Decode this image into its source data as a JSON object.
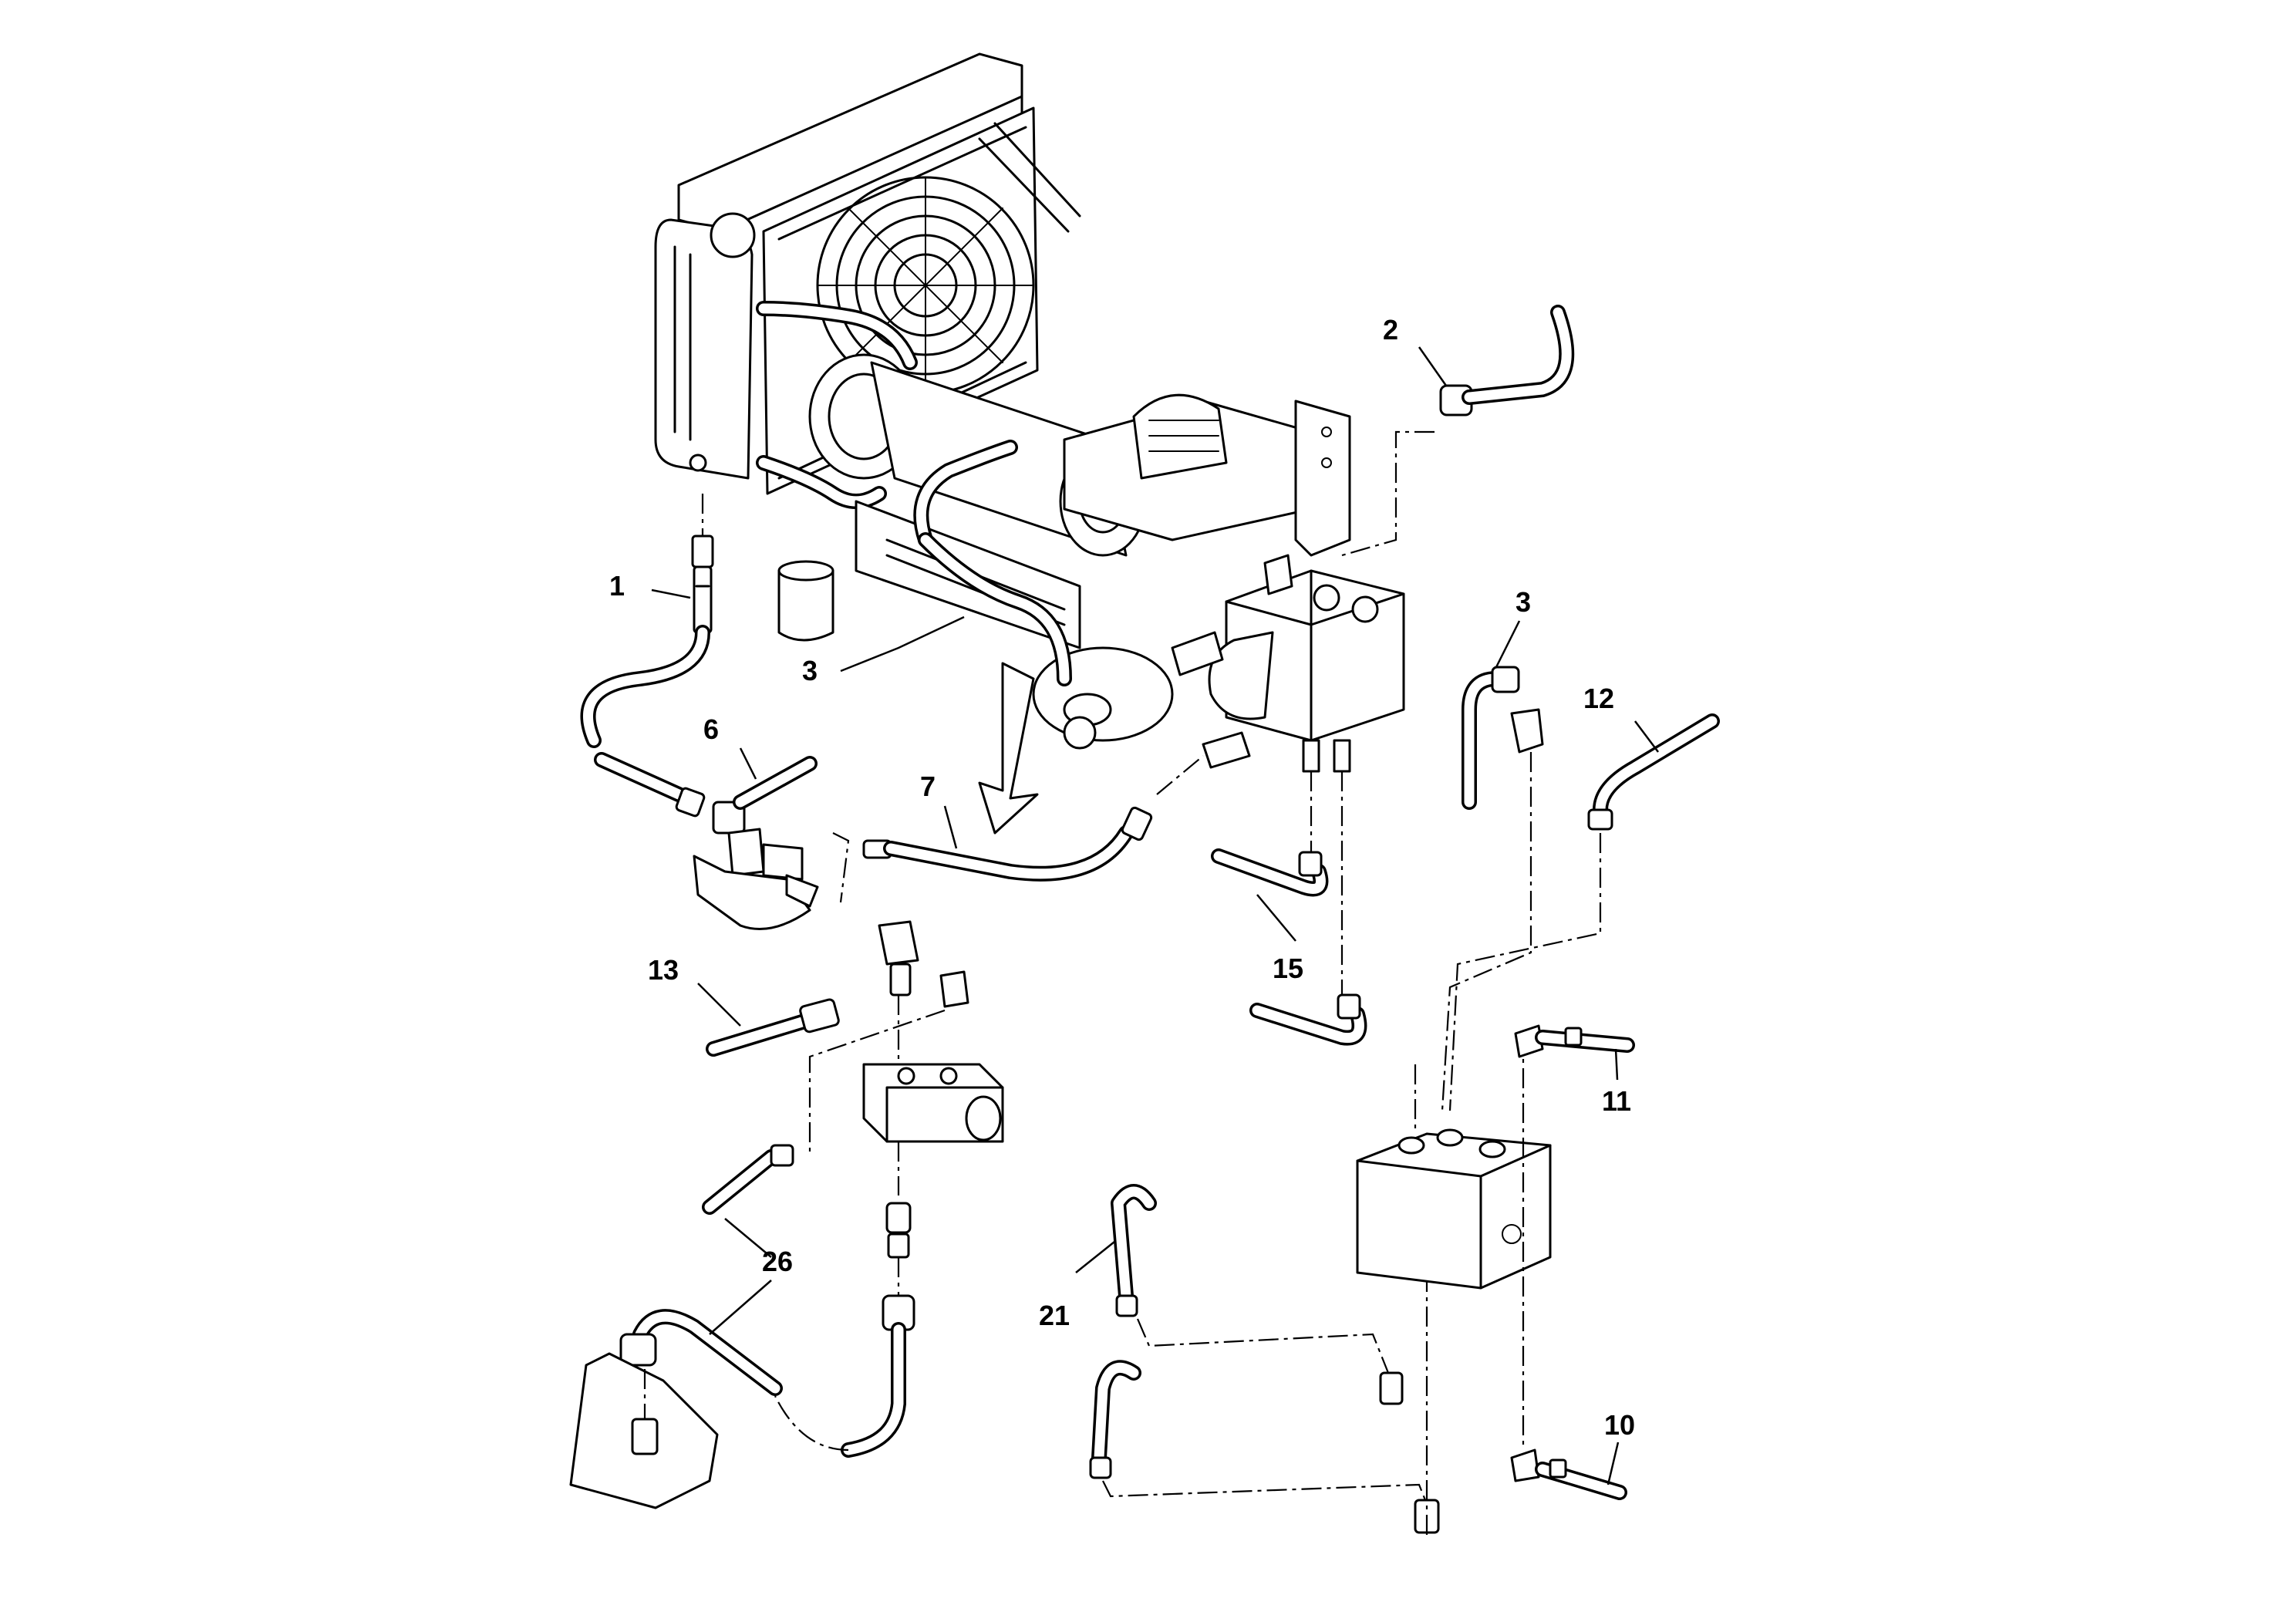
{
  "callouts": [
    {
      "id": "c1",
      "label": "1"
    },
    {
      "id": "c2",
      "label": "2"
    },
    {
      "id": "c3a",
      "label": "3"
    },
    {
      "id": "c3b",
      "label": "3"
    },
    {
      "id": "c6",
      "label": "6"
    },
    {
      "id": "c7",
      "label": "7"
    },
    {
      "id": "c10",
      "label": "10"
    },
    {
      "id": "c11",
      "label": "11"
    },
    {
      "id": "c12",
      "label": "12"
    },
    {
      "id": "c13",
      "label": "13"
    },
    {
      "id": "c15",
      "label": "15"
    },
    {
      "id": "c21",
      "label": "21"
    },
    {
      "id": "c26",
      "label": "26"
    }
  ]
}
